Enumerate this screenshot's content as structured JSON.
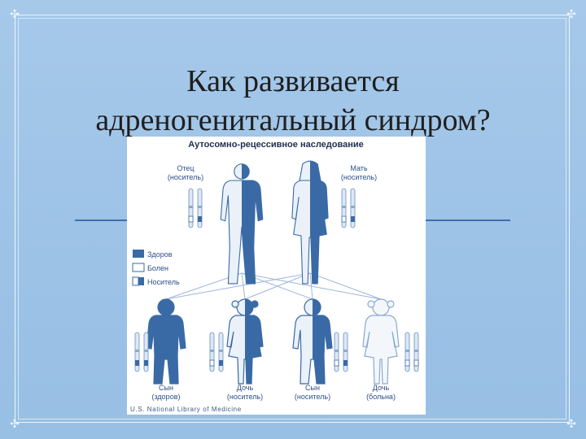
{
  "slide": {
    "title_line1": "Как развивается",
    "title_line2": "адреногенитальный синдром?"
  },
  "diagram": {
    "heading": "Аутосомно-рецессивное наследование",
    "father_label": "Отец",
    "father_status": "(носитель)",
    "mother_label": "Мать",
    "mother_status": "(носитель)",
    "legend": [
      {
        "label": "Здоров",
        "kind": "healthy"
      },
      {
        "label": "Болен",
        "kind": "affected"
      },
      {
        "label": "Носитель",
        "kind": "carrier"
      }
    ],
    "children": [
      {
        "label": "Сын",
        "status": "(здоров)",
        "kind": "healthy"
      },
      {
        "label": "Дочь",
        "status": "(носитель)",
        "kind": "carrier"
      },
      {
        "label": "Сын",
        "status": "(носитель)",
        "kind": "carrier"
      },
      {
        "label": "Дочь",
        "status": "(больна)",
        "kind": "affected"
      }
    ],
    "credit": "U.S. National Library of Medicine"
  },
  "colors": {
    "dark_blue": "#3a6aa6",
    "light_blue": "#dce8f4",
    "outline": "#2b4f86",
    "background": "#9cc2e6"
  }
}
